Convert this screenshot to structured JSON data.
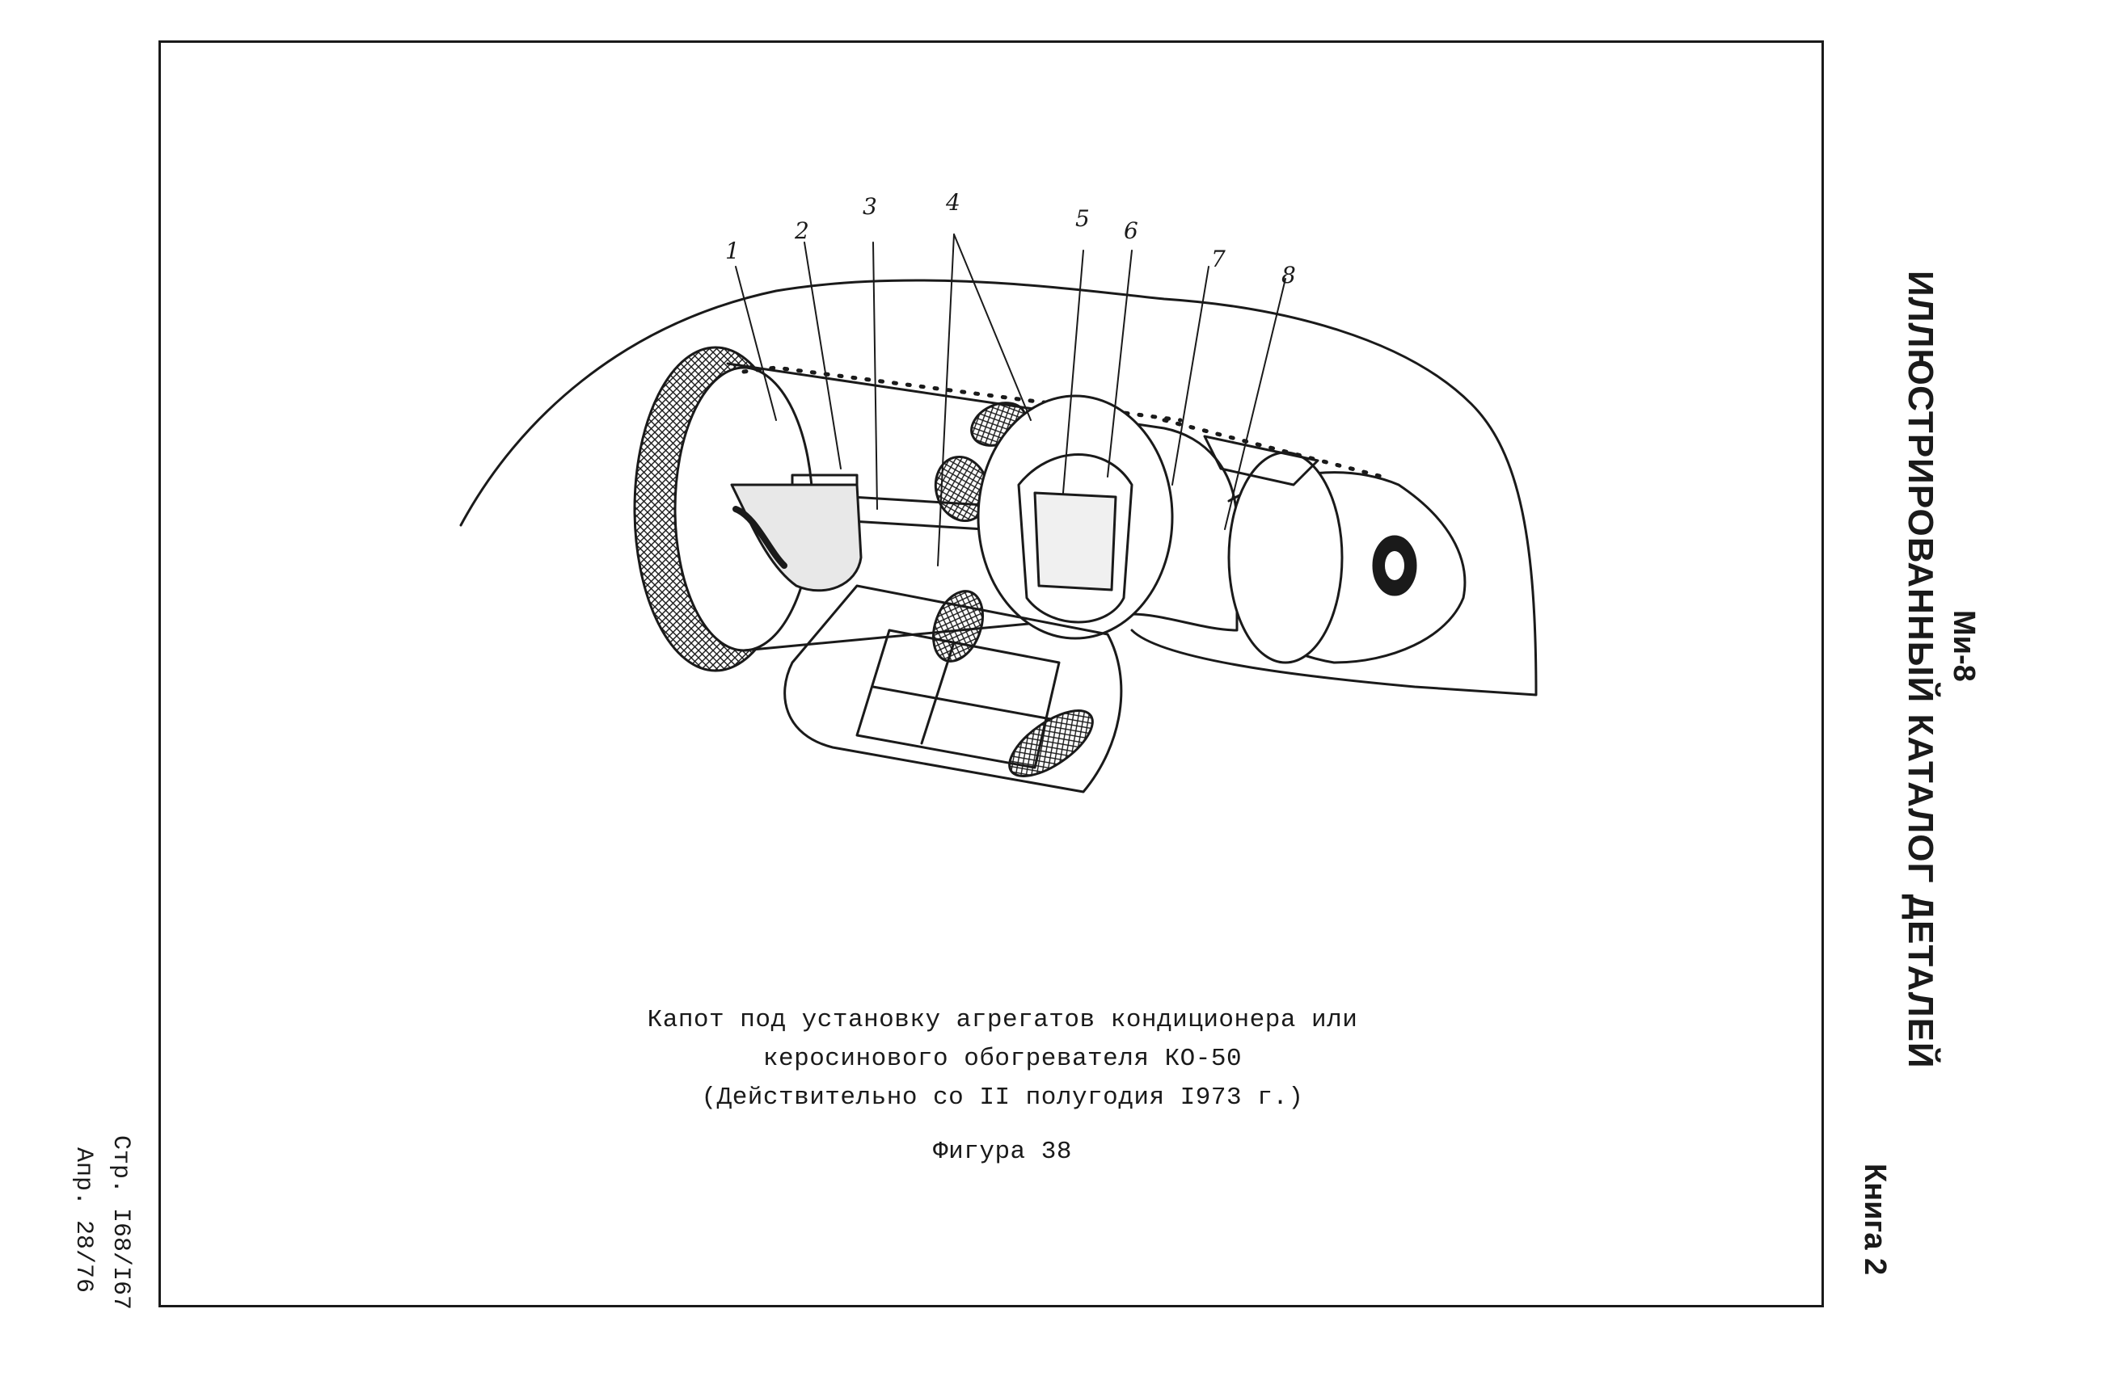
{
  "header": {
    "model": "Ми-8",
    "catalog_title": "ИЛЛЮСТРИРОВАННЫЙ КАТАЛОГ ДЕТАЛЕЙ",
    "book": "Книга 2"
  },
  "figure": {
    "caption_lines": [
      "Капот под установку агрегатов кондиционера или",
      "керосинового обогревателя КО-50",
      "(Действительно со II полугодия I973 г.)"
    ],
    "figure_label": "Фигура 38",
    "callouts": [
      "1",
      "2",
      "3",
      "4",
      "5",
      "6",
      "7",
      "8"
    ]
  },
  "footer": {
    "page": "Стр. I68/I67",
    "revision": "Апр. 28/76"
  }
}
